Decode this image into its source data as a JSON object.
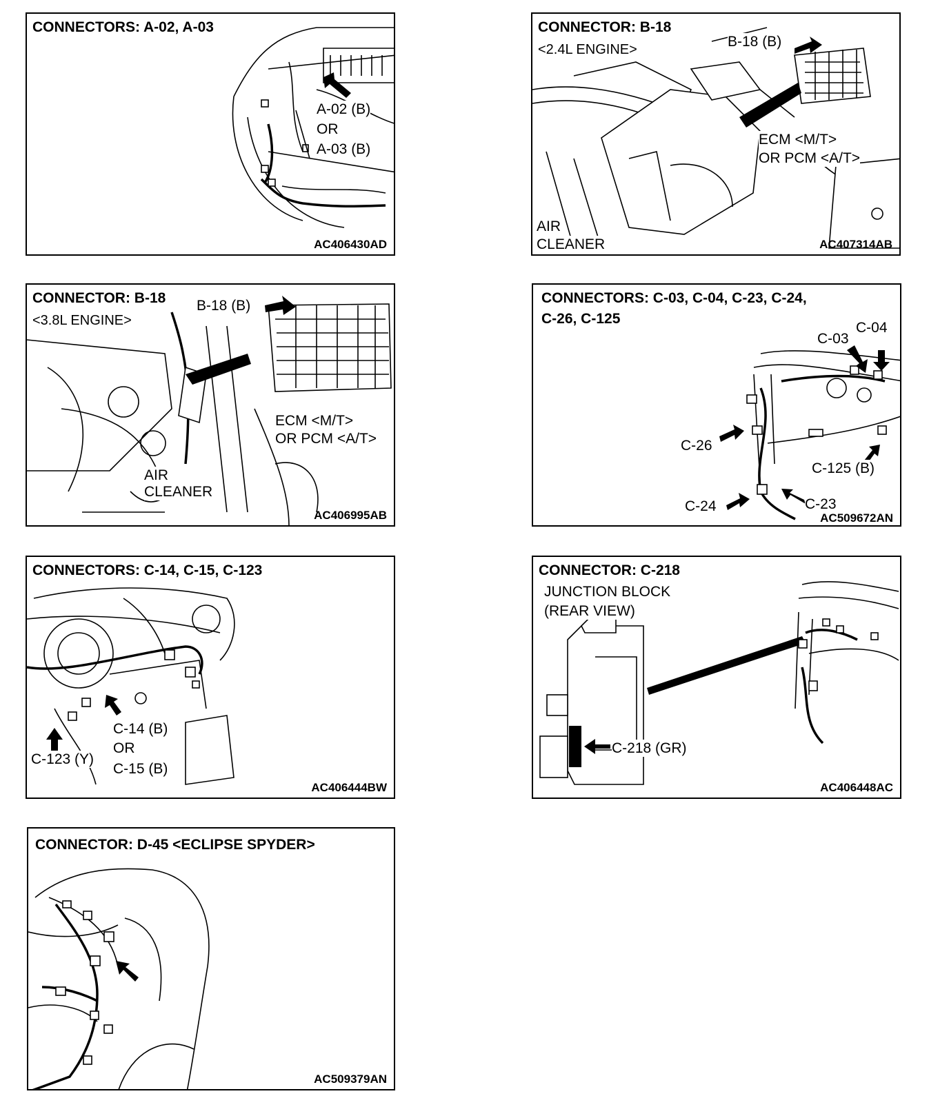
{
  "panels": {
    "p1": {
      "title": "CONNECTORS: A-02, A-03",
      "labels": [
        "A-02 (B)",
        "OR",
        "A-03 (B)"
      ],
      "code": "AC406430AD"
    },
    "p2": {
      "title": "CONNECTOR: B-18",
      "subtitle": "<2.4L ENGINE>",
      "labels": [
        "B-18 (B)",
        "ECM <M/T>",
        "OR PCM <A/T>",
        "AIR",
        "CLEANER"
      ],
      "code": "AC407314AB"
    },
    "p3": {
      "title": "CONNECTOR: B-18",
      "subtitle": "<3.8L ENGINE>",
      "labels": [
        "B-18 (B)",
        "ECM <M/T>",
        "OR PCM <A/T>",
        "AIR",
        "CLEANER"
      ],
      "code": "AC406995AB"
    },
    "p4": {
      "title": "CONNECTORS: C-03, C-04, C-23, C-24,",
      "subtitle": "C-26, C-125",
      "labels": [
        "C-03",
        "C-04",
        "C-26",
        "C-125 (B)",
        "C-24",
        "C-23"
      ],
      "code": "AC509672AN"
    },
    "p5": {
      "title": "CONNECTORS: C-14, C-15, C-123",
      "labels": [
        "C-14 (B)",
        "OR",
        "C-15 (B)",
        "C-123 (Y)"
      ],
      "code": "AC406444BW"
    },
    "p6": {
      "title": "CONNECTOR: C-218",
      "labels": [
        "JUNCTION BLOCK",
        "(REAR VIEW)",
        "C-218 (GR)"
      ],
      "code": "AC406448AC"
    },
    "p7": {
      "title": "CONNECTOR: D-45 <ECLIPSE SPYDER>",
      "code": "AC509379AN"
    }
  },
  "icons": [
    "arrow-icon"
  ]
}
